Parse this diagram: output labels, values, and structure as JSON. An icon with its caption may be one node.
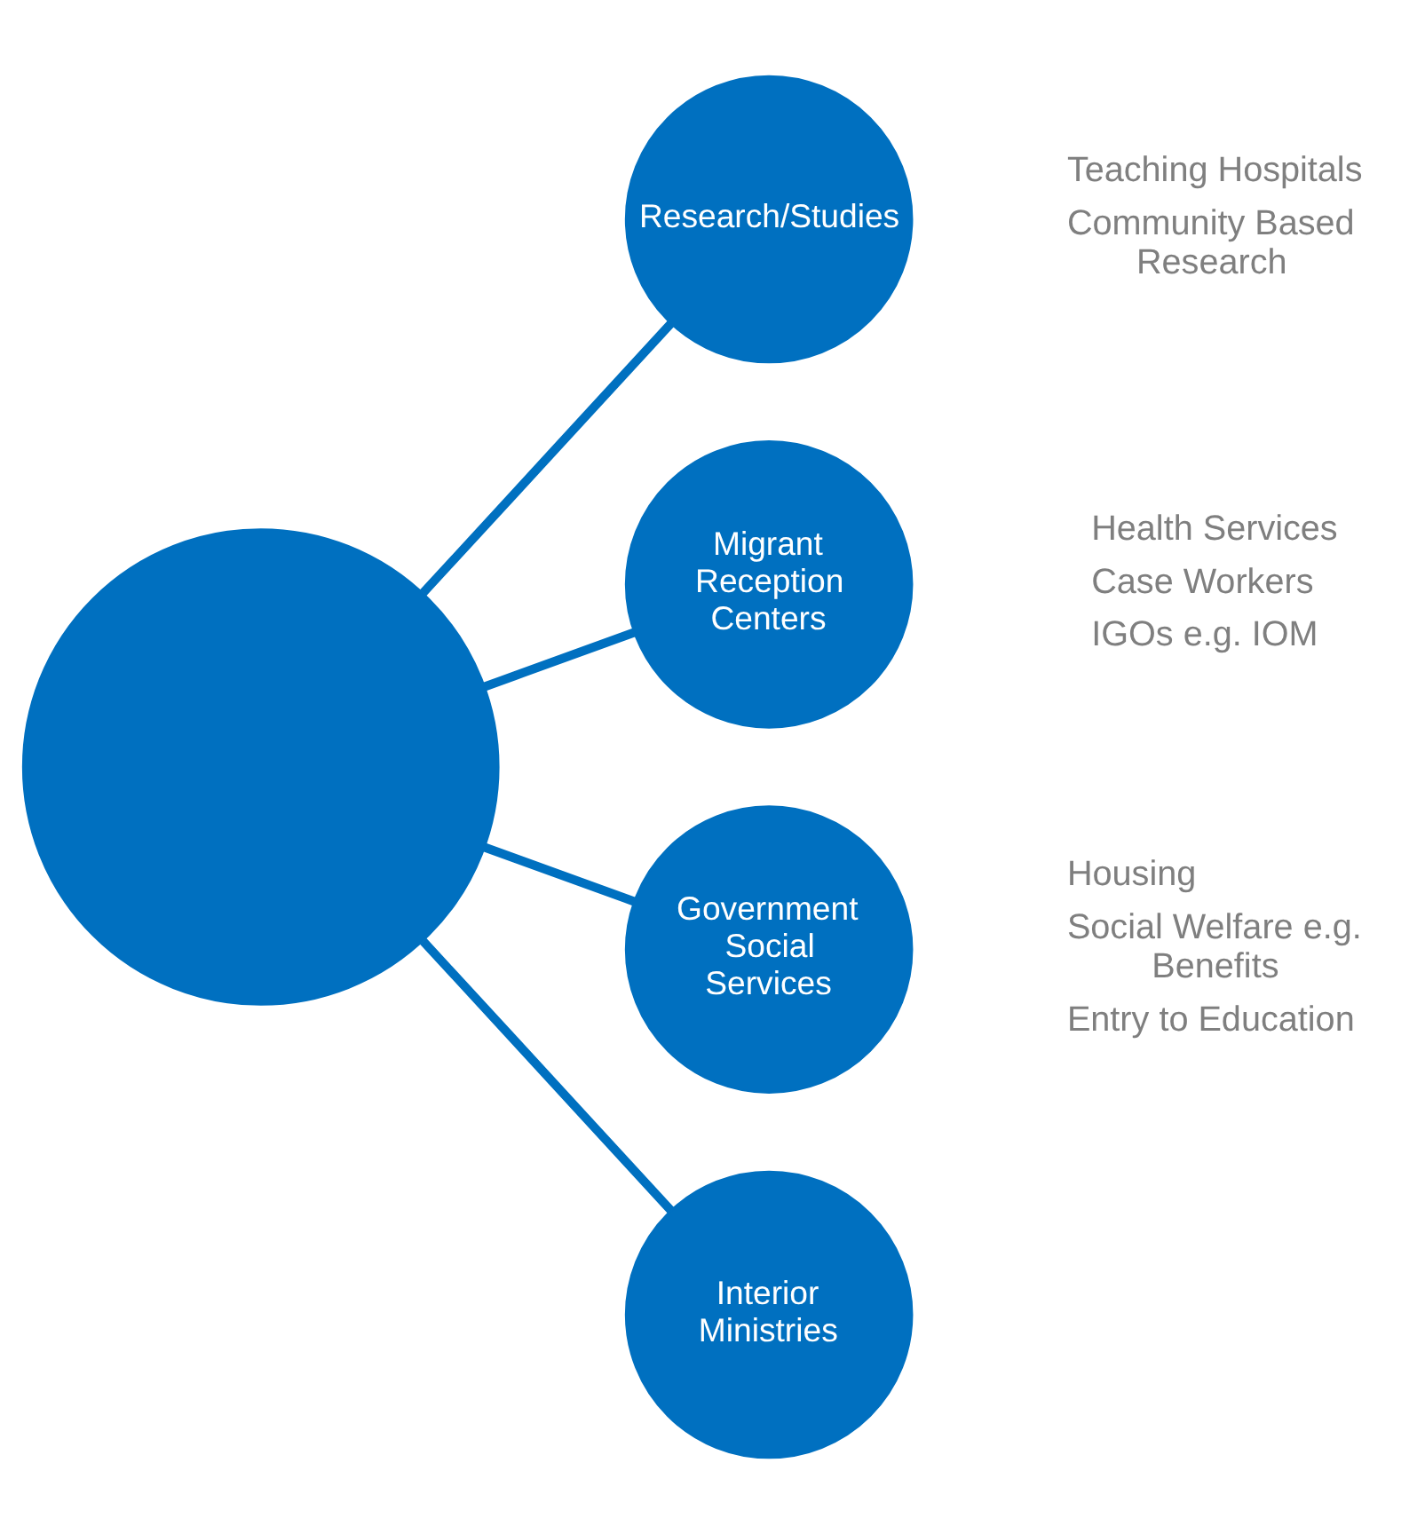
{
  "diagram": {
    "nodes": [
      {
        "text": [],
        "shape": "circle"
      },
      {
        "text": [
          "Research/Studies"
        ],
        "beside": [
          "Teaching Hospitals",
          "Community Based Research"
        ]
      },
      {
        "text": [
          "Migrant Reception Centers"
        ],
        "beside": [
          "Health Services",
          "Case Workers",
          "IGOs e.g. IOM"
        ]
      },
      {
        "text": [
          "Government Social Services"
        ],
        "beside": [
          "Housing",
          "Social Welfare e.g. Benefits",
          "Entry to Education"
        ]
      },
      {
        "text": [
          "Interior Ministries"
        ]
      }
    ],
    "edges": [
      {
        "from": 0,
        "to": 1,
        "arrow": "none"
      },
      {
        "from": 0,
        "to": 2,
        "arrow": "none"
      },
      {
        "from": 0,
        "to": 3,
        "arrow": "none"
      },
      {
        "from": 0,
        "to": 4,
        "arrow": "none"
      }
    ]
  }
}
